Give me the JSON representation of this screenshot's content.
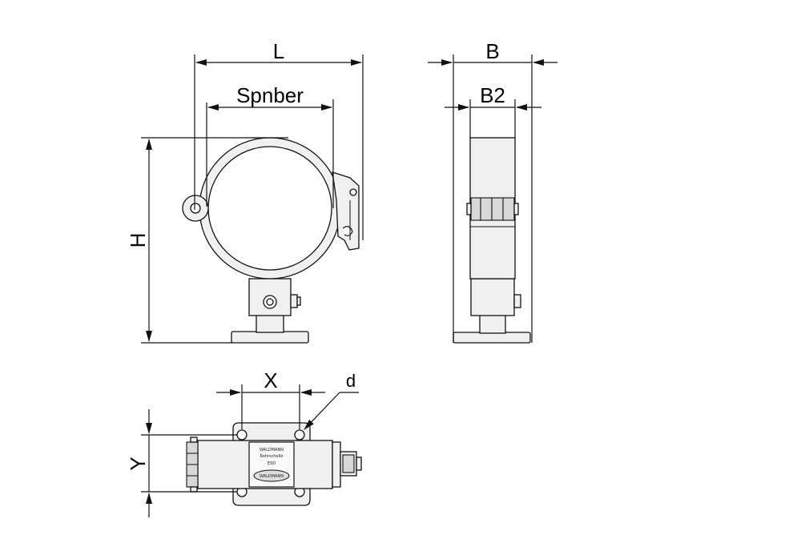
{
  "labels": {
    "L": "L",
    "Spnber": "Spnber",
    "H": "H",
    "B": "B",
    "B2": "B2",
    "X": "X",
    "Y": "Y",
    "d": "d"
  },
  "nameplate": {
    "line1": "WALDMANN",
    "line2": "Rohrschelle",
    "line3": "ESD",
    "line4": "WALDMANN"
  },
  "colors": {
    "line": "#111111",
    "body": "#f0f0f0",
    "shade": "#d8d8d8"
  }
}
